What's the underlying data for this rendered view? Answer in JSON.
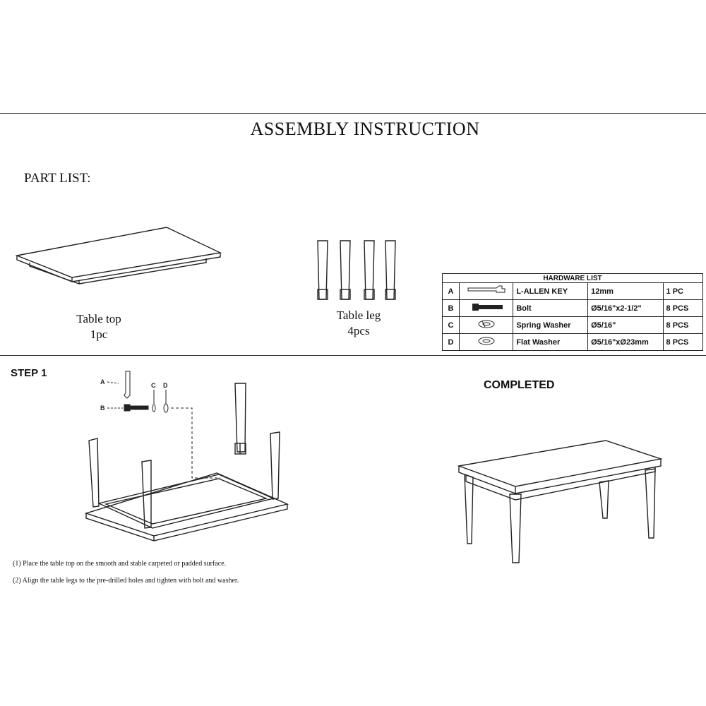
{
  "title": "ASSEMBLY  INSTRUCTION",
  "part_list_label": "PART  LIST:",
  "parts": [
    {
      "name": "Table top",
      "qty": "1pc"
    },
    {
      "name": "Table leg",
      "qty": "4pcs"
    }
  ],
  "hardware": {
    "header": "HARDWARE   LIST",
    "items": [
      {
        "letter": "A",
        "icon": "allen-key-icon",
        "name": "L-ALLEN KEY",
        "spec": "12mm",
        "qty": "1  PC"
      },
      {
        "letter": "B",
        "icon": "bolt-icon",
        "name": "Bolt",
        "spec": "Ø5/16\"x2-1/2\"",
        "qty": "8 PCS"
      },
      {
        "letter": "C",
        "icon": "spring-washer-icon",
        "name": "Spring Washer",
        "spec": "Ø5/16\"",
        "qty": "8 PCS"
      },
      {
        "letter": "D",
        "icon": "flat-washer-icon",
        "name": "Flat Washer",
        "spec": "Ø5/16\"xØ23mm",
        "qty": "8 PCS"
      }
    ]
  },
  "step1": {
    "label": "STEP 1",
    "labels": {
      "a": "A",
      "b": "B",
      "c": "C",
      "d": "D"
    },
    "notes": [
      "(1)  Place the table top on the smooth and stable carpeted or padded surface.",
      "(2)  Align the table legs to the pre-drilled holes and tighten with bolt and washer."
    ]
  },
  "completed_label": "COMPLETED"
}
